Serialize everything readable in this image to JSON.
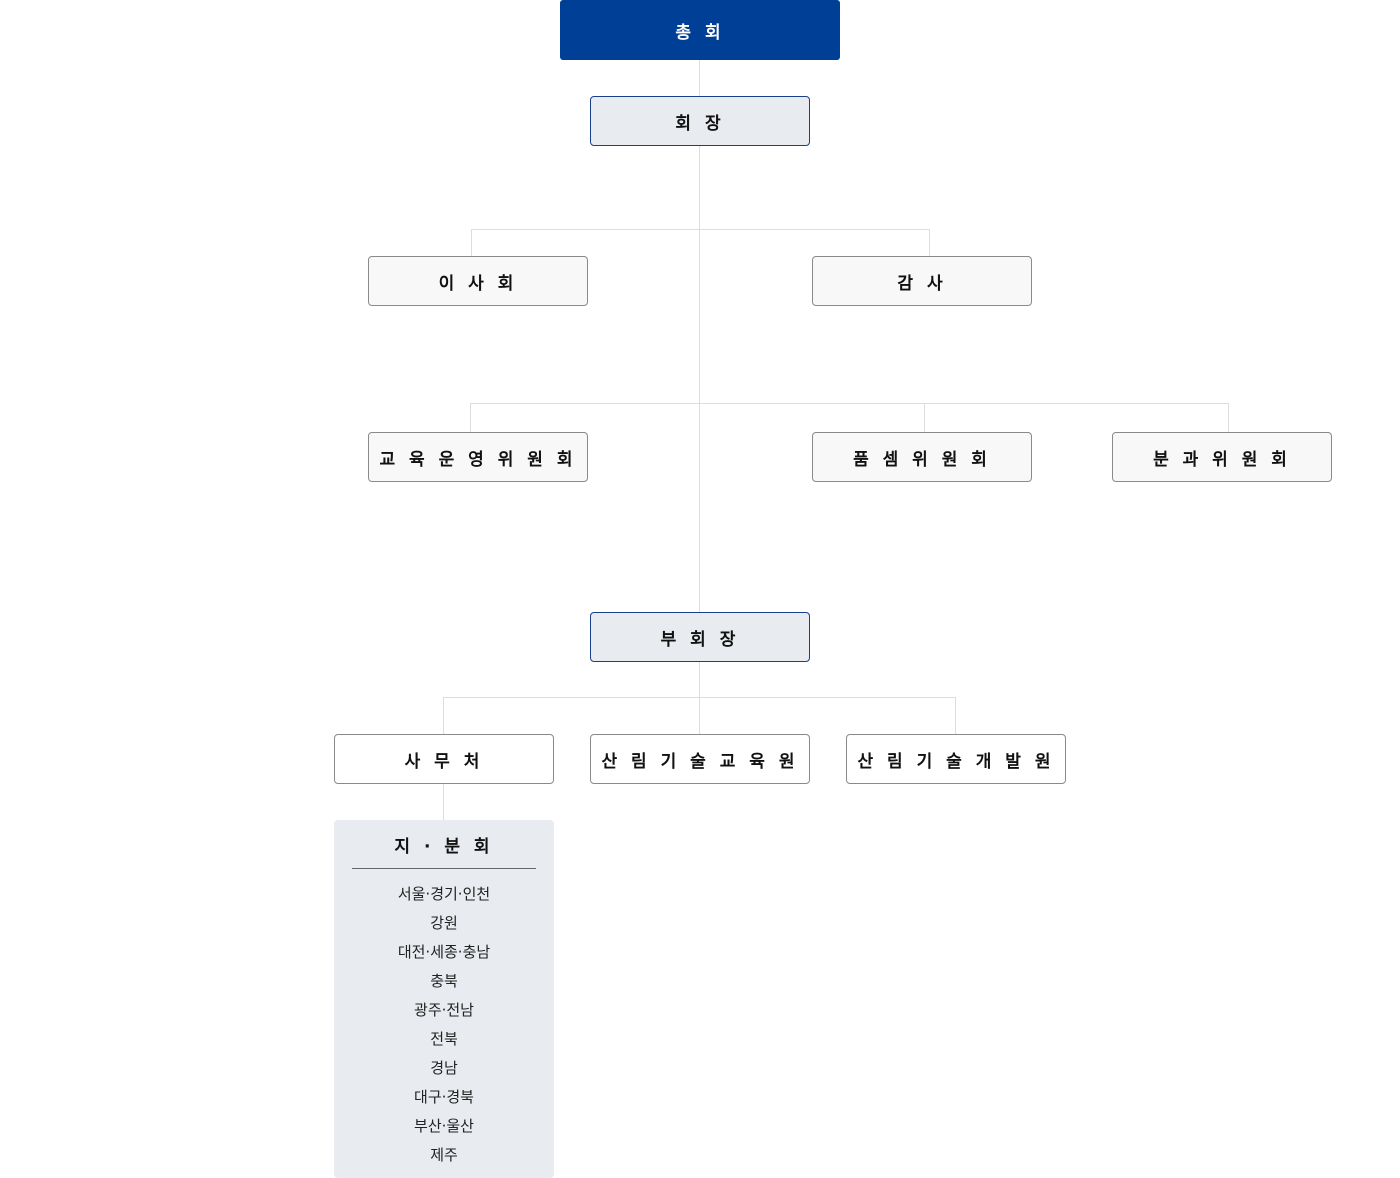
{
  "org_chart": {
    "general_assembly": "총 회",
    "president": "회 장",
    "board": "이 사 회",
    "auditor": "감 사",
    "education_committee": "교 육 운 영 위 원 회",
    "pumsem_committee": "품 셈 위 원 회",
    "subcommittee": "분 과 위 원 회",
    "vice_president": "부 회 장",
    "secretariat": "사 무 처",
    "education_institute": "산 림 기 술 교 육 원",
    "development_institute": "산 림 기 술 개 발 원",
    "branches": {
      "title": "지 · 분 회",
      "items": [
        "서울·경기·인천",
        "강원",
        "대전·세종·충남",
        "충북",
        "광주·전남",
        "전북",
        "경남",
        "대구·경북",
        "부산·울산",
        "제주"
      ]
    }
  },
  "colors": {
    "top_box": "#003f96",
    "exec_box_fill": "#e8ebef",
    "exec_box_border": "#1a3f8a",
    "plain_box_fill": "#f8f8f8",
    "connector": "#dddddd"
  }
}
